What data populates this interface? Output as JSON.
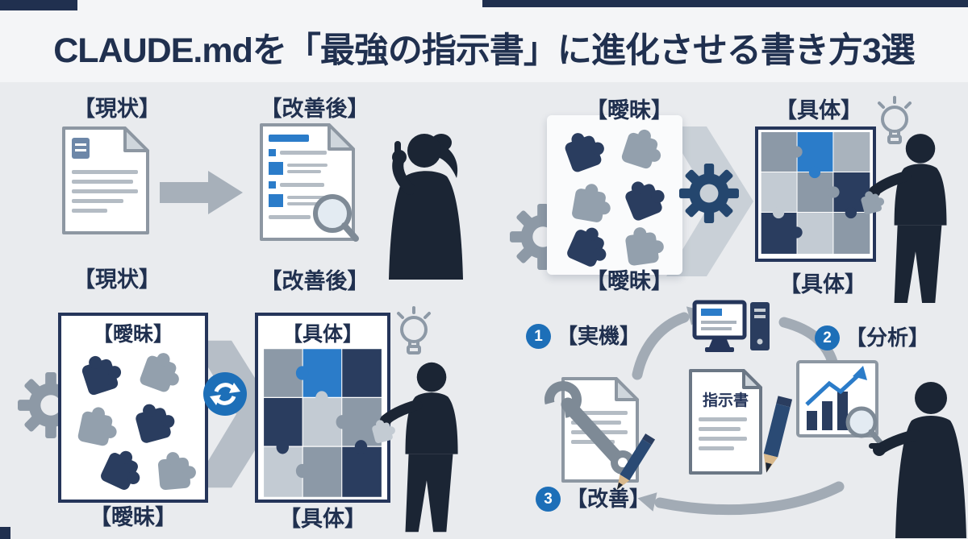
{
  "colors": {
    "background": "#e9ebee",
    "header_band": "#f4f5f7",
    "navy": "#20304f",
    "accent_blue": "#2b7cc9",
    "number_badge_blue": "#1d6fb8",
    "gray": "#93a0ad",
    "light_gray": "#c6cdd4",
    "silhouette": "#1b2534"
  },
  "title": {
    "text": "CLAUDE.mdを「最強の指示書」に進化させる書き方3選"
  },
  "icons": {
    "gear-icon": "⚙",
    "lightbulb-icon": "💡",
    "magnifier-icon": "🔍",
    "refresh-icon": "🔄",
    "arrow-right-icon": "→",
    "chevron-right-icon": "»",
    "puzzle-piece-icon": "🧩",
    "document-icon": "📄",
    "monitor-icon": "🖥",
    "wrench-icon": "🔧",
    "pencil-icon": "✏",
    "chart-icon": "📈",
    "person-silhouette-icon": "👤"
  },
  "sections": {
    "before_after": {
      "label_top_left": "【現状】",
      "label_top_right": "【改善後】",
      "label_bottom_left": "【現状】",
      "label_bottom_right": "【改善後】"
    },
    "puzzle_gear": {
      "label_top_left": "【曖昧】",
      "label_top_right": "【具体】",
      "label_bottom_left": "【曖昧】",
      "label_bottom_right": "【具体】"
    },
    "puzzle_refresh": {
      "label_panel_left": "【曖昧】",
      "label_panel_right": "【具体】",
      "label_bottom_left": "【曖昧】",
      "label_bottom_right": "【具体】"
    },
    "improvement_cycle": {
      "step1_number": "1",
      "step1_label": "【実機】",
      "step2_number": "2",
      "step2_label": "【分析】",
      "step3_number": "3",
      "step3_label": "【改善】",
      "document_label": "指示書"
    }
  }
}
